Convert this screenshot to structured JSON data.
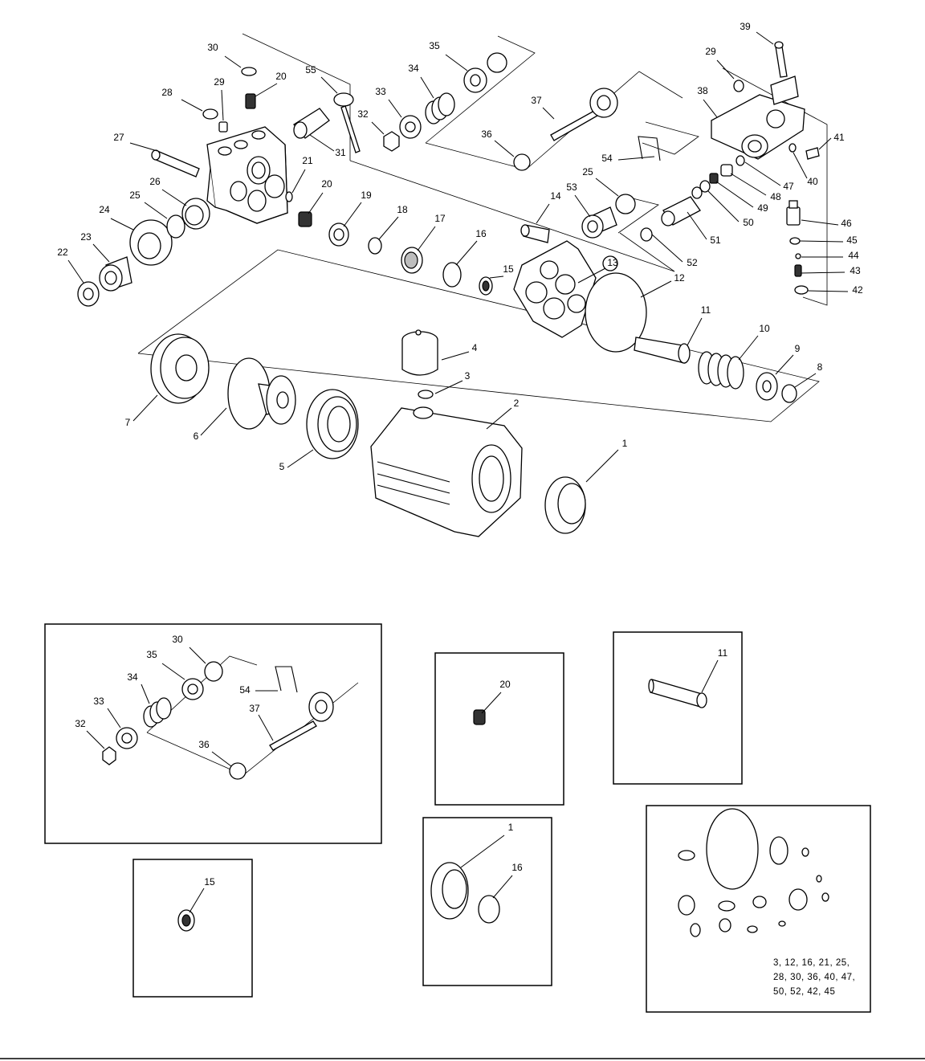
{
  "main_callouts": [
    {
      "id": "c-30a",
      "label": "30"
    },
    {
      "id": "c-35a",
      "label": "35"
    },
    {
      "id": "c-34a",
      "label": "34"
    },
    {
      "id": "c-39",
      "label": "39"
    },
    {
      "id": "c-29a",
      "label": "29"
    },
    {
      "id": "c-55",
      "label": "55"
    },
    {
      "id": "c-20a",
      "label": "20"
    },
    {
      "id": "c-29b",
      "label": "29"
    },
    {
      "id": "c-28",
      "label": "28"
    },
    {
      "id": "c-33a",
      "label": "33"
    },
    {
      "id": "c-37a",
      "label": "37"
    },
    {
      "id": "c-38",
      "label": "38"
    },
    {
      "id": "c-32a",
      "label": "32"
    },
    {
      "id": "c-27",
      "label": "27"
    },
    {
      "id": "c-31",
      "label": "31"
    },
    {
      "id": "c-36a",
      "label": "36"
    },
    {
      "id": "c-41",
      "label": "41"
    },
    {
      "id": "c-54a",
      "label": "54"
    },
    {
      "id": "c-21",
      "label": "21"
    },
    {
      "id": "c-25a",
      "label": "25"
    },
    {
      "id": "c-40",
      "label": "40"
    },
    {
      "id": "c-26",
      "label": "26"
    },
    {
      "id": "c-20b",
      "label": "20"
    },
    {
      "id": "c-53",
      "label": "53"
    },
    {
      "id": "c-47",
      "label": "47"
    },
    {
      "id": "c-48",
      "label": "48"
    },
    {
      "id": "c-25b",
      "label": "25"
    },
    {
      "id": "c-19",
      "label": "19"
    },
    {
      "id": "c-14",
      "label": "14"
    },
    {
      "id": "c-49",
      "label": "49"
    },
    {
      "id": "c-24",
      "label": "24"
    },
    {
      "id": "c-18",
      "label": "18"
    },
    {
      "id": "c-50",
      "label": "50"
    },
    {
      "id": "c-46",
      "label": "46"
    },
    {
      "id": "c-17",
      "label": "17"
    },
    {
      "id": "c-23",
      "label": "23"
    },
    {
      "id": "c-16",
      "label": "16"
    },
    {
      "id": "c-51",
      "label": "51"
    },
    {
      "id": "c-45",
      "label": "45"
    },
    {
      "id": "c-22",
      "label": "22"
    },
    {
      "id": "c-15",
      "label": "15"
    },
    {
      "id": "c-52",
      "label": "52"
    },
    {
      "id": "c-44",
      "label": "44"
    },
    {
      "id": "c-13",
      "label": "13"
    },
    {
      "id": "c-43",
      "label": "43"
    },
    {
      "id": "c-12",
      "label": "12"
    },
    {
      "id": "c-42",
      "label": "42"
    },
    {
      "id": "c-11",
      "label": "11"
    },
    {
      "id": "c-4",
      "label": "4"
    },
    {
      "id": "c-10",
      "label": "10"
    },
    {
      "id": "c-9",
      "label": "9"
    },
    {
      "id": "c-3",
      "label": "3"
    },
    {
      "id": "c-8",
      "label": "8"
    },
    {
      "id": "c-2",
      "label": "2"
    },
    {
      "id": "c-7",
      "label": "7"
    },
    {
      "id": "c-6",
      "label": "6"
    },
    {
      "id": "c-5",
      "label": "5"
    },
    {
      "id": "c-1",
      "label": "1"
    }
  ],
  "inset_valve": {
    "callouts": [
      {
        "id": "v-30",
        "label": "30"
      },
      {
        "id": "v-35",
        "label": "35"
      },
      {
        "id": "v-34",
        "label": "34"
      },
      {
        "id": "v-33",
        "label": "33"
      },
      {
        "id": "v-32",
        "label": "32"
      },
      {
        "id": "v-54",
        "label": "54"
      },
      {
        "id": "v-37",
        "label": "37"
      },
      {
        "id": "v-36",
        "label": "36"
      }
    ]
  },
  "inset_20": {
    "label": "20"
  },
  "inset_11": {
    "label": "11"
  },
  "inset_15": {
    "label": "15"
  },
  "inset_seal": {
    "labels": [
      "1",
      "16"
    ]
  },
  "inset_oring_kit": {
    "lines": [
      "3, 12, 16, 21, 25,",
      "28, 30, 36, 40, 47,",
      "50, 52, 42, 45"
    ]
  }
}
